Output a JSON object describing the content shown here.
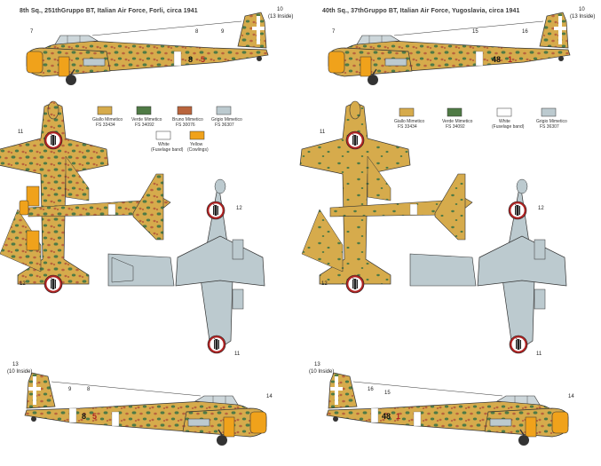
{
  "panels": [
    {
      "caption": "8th Sq., 251thGruppo BT, Italian Air Force, Forli, circa 1941",
      "code_number": "8",
      "code_letter": "5",
      "callouts": {
        "c7": "7",
        "c8": "8",
        "c9": "9",
        "c10a": "10",
        "c10b": "(13 Inside)",
        "c11": "11",
        "c12": "12",
        "c12b": "12",
        "c11b": "11",
        "c13a": "13",
        "c13b": "(10 Inside)",
        "c9b": "9",
        "c8b": "8",
        "c14": "14"
      }
    },
    {
      "caption": "40th Sq., 37thGruppo BT, Italian Air Force, Yugoslavia, circa 1941",
      "code_number": "48",
      "code_letter": "1",
      "callouts": {
        "c7": "7",
        "c15": "15",
        "c16": "16",
        "c10a": "10",
        "c10b": "(13 Inside)",
        "c11": "11",
        "c12": "12",
        "c12b": "12",
        "c11b": "11",
        "c13a": "13",
        "c13b": "(10 Inside)",
        "c16b": "16",
        "c15b": "15",
        "c14": "14"
      }
    }
  ],
  "legend_left": [
    {
      "name": "Giallo Mimetico",
      "code": "FS 33434",
      "color": "#d6ab4c"
    },
    {
      "name": "Verde Mimetico",
      "code": "FS 34092",
      "color": "#4f7a45"
    },
    {
      "name": "Bruno Mimetico",
      "code": "FS 30076",
      "color": "#b9643c"
    },
    {
      "name": "Grigio Mimetico",
      "code": "FS 36307",
      "color": "#bccacf"
    },
    {
      "name": "White",
      "code": "(Fuselage band)",
      "color": "#ffffff"
    },
    {
      "name": "Yellow",
      "code": "(Cowlings)",
      "color": "#f0a21b"
    }
  ],
  "legend_right": [
    {
      "name": "Giallo Mimetico",
      "code": "FS 33434",
      "color": "#d6ab4c"
    },
    {
      "name": "Verde Mimetico",
      "code": "FS 34092",
      "color": "#4f7a45"
    },
    {
      "name": "White",
      "code": "(Fuselage band)",
      "color": "#ffffff"
    },
    {
      "name": "Grigio Mimetico",
      "code": "FS 36307",
      "color": "#bccacf"
    }
  ],
  "colors": {
    "camo_yellow": "#d6ab4c",
    "camo_green": "#4f7a45",
    "camo_brown": "#b9643c",
    "underside_grey": "#bccacf",
    "cowling_yellow": "#f0a21b",
    "roundel_red": "#b02323"
  },
  "icons": [
    "fasces-roundel-icon",
    "white-cross-icon"
  ]
}
